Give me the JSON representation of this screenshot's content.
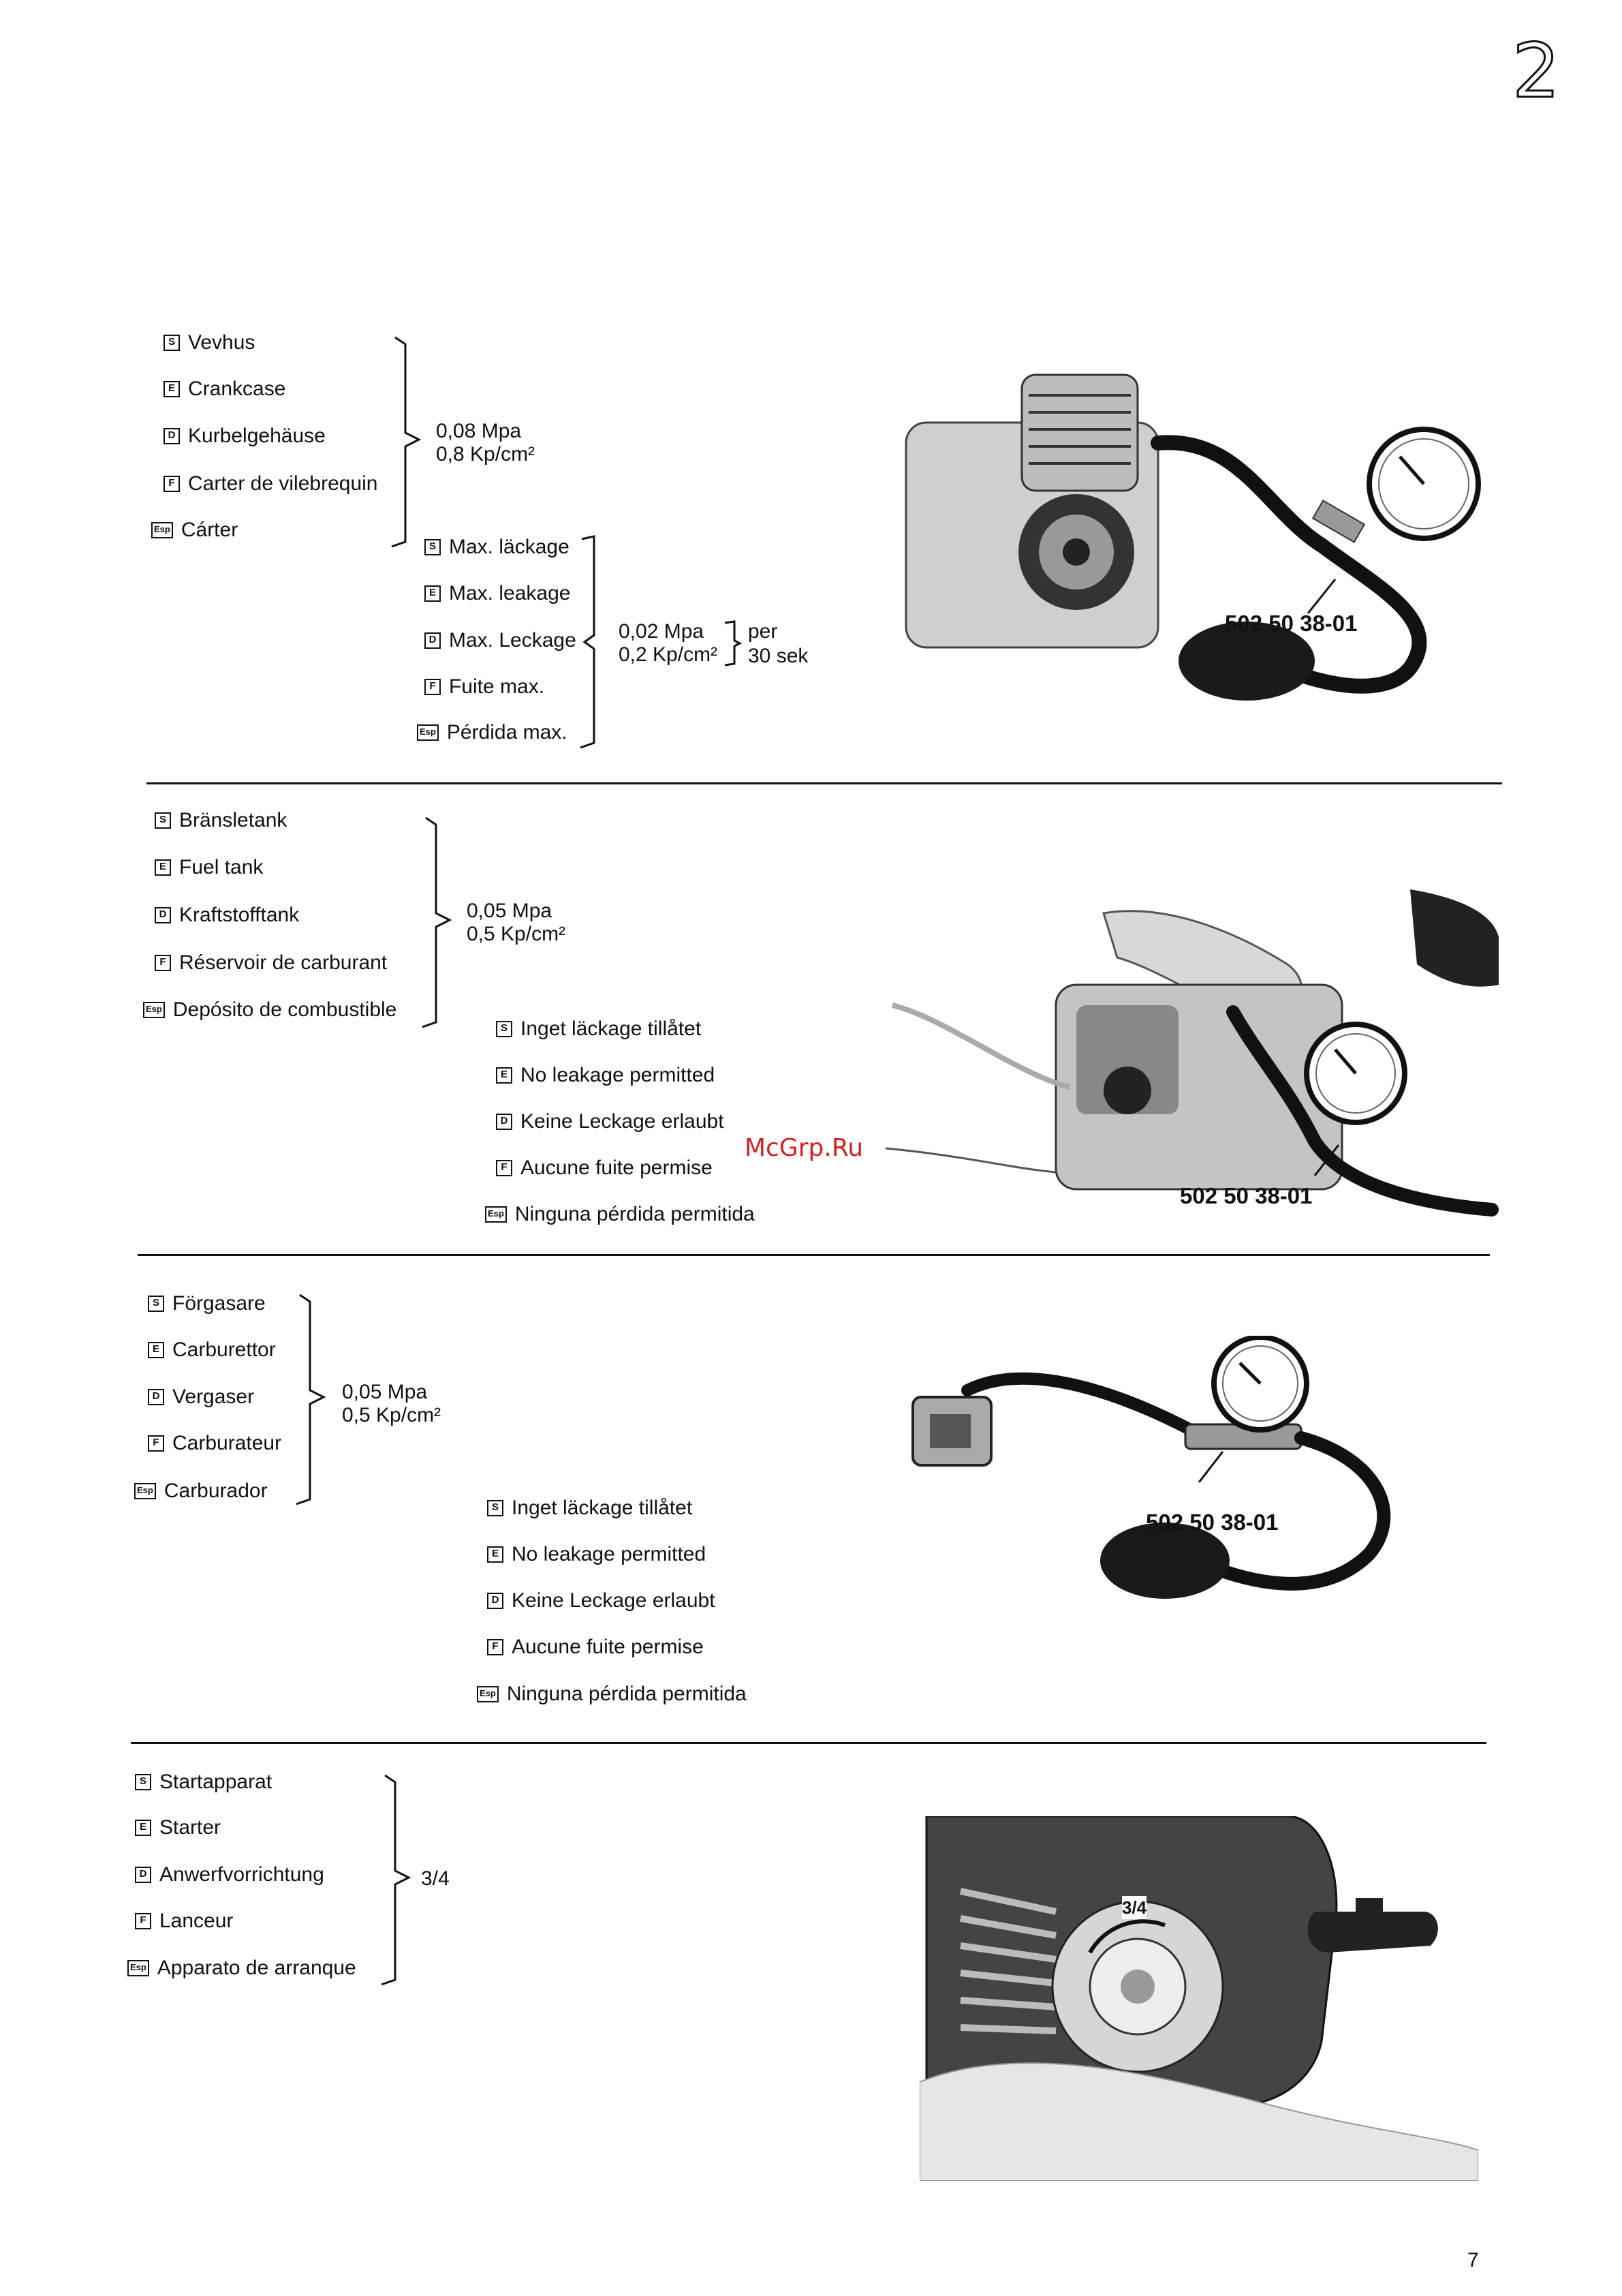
{
  "section_number": "2",
  "page_number": "7",
  "watermark": "McGrp.Ru",
  "part_number": "502 50 38-01",
  "blocks": {
    "crankcase": {
      "labels": [
        {
          "code": "S",
          "text": "Vevhus"
        },
        {
          "code": "E",
          "text": "Crankcase"
        },
        {
          "code": "D",
          "text": "Kurbelgehäuse"
        },
        {
          "code": "F",
          "text": "Carter de vilebrequin"
        },
        {
          "code": "Esp",
          "text": "Cárter"
        }
      ],
      "pressure_mpa": "0,08 Mpa",
      "pressure_kp": "0,8 Kp/cm²",
      "leak_labels": [
        {
          "code": "S",
          "text": "Max. läckage"
        },
        {
          "code": "E",
          "text": "Max. leakage"
        },
        {
          "code": "D",
          "text": "Max. Leckage"
        },
        {
          "code": "F",
          "text": "Fuite max."
        },
        {
          "code": "Esp",
          "text": "Pérdida max."
        }
      ],
      "leak_mpa": "0,02 Mpa",
      "leak_kp": "0,2 Kp/cm²",
      "per": "per",
      "time": "30 sek"
    },
    "fuel_tank": {
      "labels": [
        {
          "code": "S",
          "text": "Bränsletank"
        },
        {
          "code": "E",
          "text": "Fuel tank"
        },
        {
          "code": "D",
          "text": "Kraftstofftank"
        },
        {
          "code": "F",
          "text": "Réservoir de carburant"
        },
        {
          "code": "Esp",
          "text": "Depósito de combustible"
        }
      ],
      "pressure_mpa": "0,05 Mpa",
      "pressure_kp": "0,5 Kp/cm²",
      "leak_labels": [
        {
          "code": "S",
          "text": "Inget läckage tillåtet"
        },
        {
          "code": "E",
          "text": "No leakage permitted"
        },
        {
          "code": "D",
          "text": "Keine Leckage erlaubt"
        },
        {
          "code": "F",
          "text": "Aucune fuite permise"
        },
        {
          "code": "Esp",
          "text": "Ninguna pérdida permitida"
        }
      ]
    },
    "carburettor": {
      "labels": [
        {
          "code": "S",
          "text": "Förgasare"
        },
        {
          "code": "E",
          "text": "Carburettor"
        },
        {
          "code": "D",
          "text": "Vergaser"
        },
        {
          "code": "F",
          "text": "Carburateur"
        },
        {
          "code": "Esp",
          "text": "Carburador"
        }
      ],
      "pressure_mpa": "0,05 Mpa",
      "pressure_kp": "0,5 Kp/cm²",
      "leak_labels": [
        {
          "code": "S",
          "text": "Inget läckage tillåtet"
        },
        {
          "code": "E",
          "text": "No leakage permitted"
        },
        {
          "code": "D",
          "text": "Keine Leckage erlaubt"
        },
        {
          "code": "F",
          "text": "Aucune fuite permise"
        },
        {
          "code": "Esp",
          "text": "Ninguna pérdida permitida"
        }
      ]
    },
    "starter": {
      "labels": [
        {
          "code": "S",
          "text": "Startapparat"
        },
        {
          "code": "E",
          "text": "Starter"
        },
        {
          "code": "D",
          "text": "Anwerfvorrichtung"
        },
        {
          "code": "F",
          "text": "Lanceur"
        },
        {
          "code": "Esp",
          "text": "Apparato de arranque"
        }
      ],
      "value": "3/4",
      "photo_mark": "3/4"
    }
  }
}
